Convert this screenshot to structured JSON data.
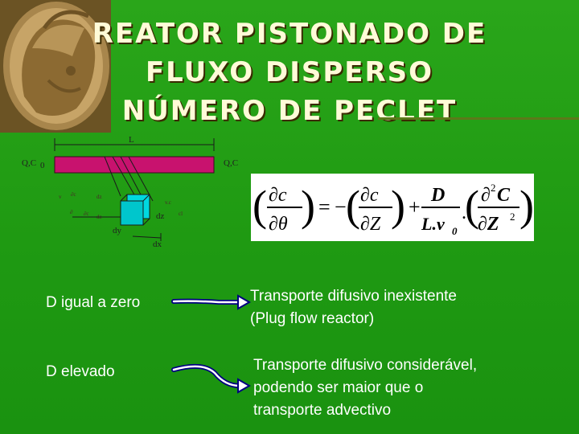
{
  "title": {
    "line1": "REATOR PISTONADO DE",
    "line2": "FLUXO DISPERSO",
    "line3": "NÚMERO DE PECLET"
  },
  "diagram": {
    "length_label": "L",
    "inlet_label": "Q,C",
    "inlet_subscript": "0",
    "outlet_label": "Q,C",
    "dz_label": "dz",
    "dy_label": "dy",
    "dx_label": "dx"
  },
  "equation": {
    "lhs_num": "∂c",
    "lhs_den": "∂θ",
    "equals": "=",
    "minus": "−",
    "t1_num": "∂c",
    "t1_den": "∂Z",
    "plus": "+",
    "t2_num": "D",
    "t2_den": "L.v",
    "t2_den_sub": "0",
    "dot": ".",
    "t3_num": "∂",
    "t3_num_sup": "2",
    "t3_num_var": "C",
    "t3_den": "∂Z",
    "t3_den_sup": "2"
  },
  "cases": [
    {
      "condition": "D igual a zero",
      "result_line1": "Transporte difusivo inexistente",
      "result_line2": "(Plug flow reactor)"
    },
    {
      "condition": "D elevado",
      "result_line1": "Transporte difusivo considerável,",
      "result_line2": "podendo ser maior que o",
      "result_line3": "transporte advectivo"
    }
  ],
  "colors": {
    "background": "#1f9a12",
    "title": "#fffbd8",
    "reactor": "#c8126e",
    "element": "#00d8e0"
  }
}
